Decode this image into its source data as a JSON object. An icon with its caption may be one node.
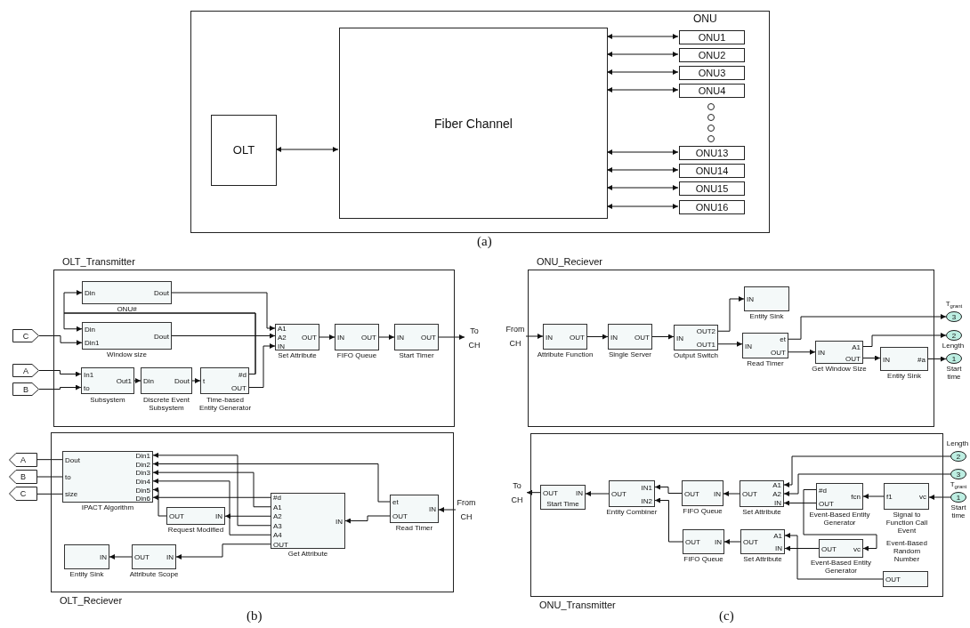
{
  "diagram": {
    "nodes": [
      {
        "text": [],
        "shape": "box"
      },
      {
        "text": [
          "OLT"
        ],
        "in": 0
      },
      {
        "text": [
          "Fiber Channel"
        ],
        "in": 0
      },
      {
        "text": [
          "ONU1"
        ],
        "in": 0
      },
      {
        "text": [
          "ONU2"
        ],
        "in": 0
      },
      {
        "text": [
          "ONU3"
        ],
        "in": 0
      },
      {
        "text": [
          "ONU4"
        ],
        "in": 0
      },
      {
        "text": [
          "ONU13"
        ],
        "in": 0
      },
      {
        "text": [
          "ONU14"
        ],
        "in": 0
      },
      {
        "text": [
          "ONU15"
        ],
        "in": 0
      },
      {
        "text": [
          "ONU16"
        ],
        "in": 0
      },
      {
        "text": [
          "OLT_Transmitter"
        ]
      },
      {
        "text": [
          "Din",
          "Dout"
        ],
        "beside": [
          "ONU#"
        ],
        "in": 11
      },
      {
        "text": [
          "Din",
          "Din1",
          "Dout"
        ],
        "beside": [
          "Window size"
        ],
        "in": 11
      },
      {
        "text": [
          "C"
        ]
      },
      {
        "text": [
          "A"
        ]
      },
      {
        "text": [
          "B"
        ]
      },
      {
        "text": [
          "In1",
          "to",
          "Out1"
        ],
        "beside": [
          "Subsystem"
        ],
        "in": 11
      },
      {
        "text": [
          "Din",
          "Dout"
        ],
        "beside": [
          "Discrete Event Subsystem"
        ],
        "in": 11
      },
      {
        "text": [
          "t",
          "#d",
          "OUT"
        ],
        "beside": [
          "Time-based Entity Generator"
        ],
        "in": 11
      },
      {
        "text": [
          "A1",
          "A2",
          "IN",
          "OUT"
        ],
        "beside": [
          "Set Attribute"
        ],
        "in": 11
      },
      {
        "text": [
          "IN",
          "OUT"
        ],
        "beside": [
          "FIFO Queue"
        ],
        "in": 11
      },
      {
        "text": [
          "IN",
          "OUT"
        ],
        "beside": [
          "Start Timer"
        ],
        "in": 11
      },
      {
        "text": [
          "To CH"
        ]
      },
      {
        "text": [
          "OLT_Reciever"
        ]
      },
      {
        "text": [
          "A"
        ]
      },
      {
        "text": [
          "B"
        ]
      },
      {
        "text": [
          "C"
        ]
      },
      {
        "text": [
          "Dout",
          "to",
          "size",
          "Din1",
          "Din2",
          "Din3",
          "Din4",
          "Din5",
          "Din6"
        ],
        "beside": [
          "IPACT Algorithm"
        ],
        "in": 24
      },
      {
        "text": [
          "OUT",
          "IN"
        ],
        "beside": [
          "Request Modified"
        ],
        "in": 24
      },
      {
        "text": [
          "#d",
          "A1",
          "A2",
          "A3",
          "A4",
          "OUT",
          "IN"
        ],
        "beside": [
          "Get Attribute"
        ],
        "in": 24
      },
      {
        "text": [
          "et",
          "OUT",
          "IN"
        ],
        "beside": [
          "Read Timer"
        ],
        "in": 24
      },
      {
        "text": [
          "From CH"
        ]
      },
      {
        "text": [
          "IN"
        ],
        "beside": [
          "Entity Sink"
        ],
        "in": 24
      },
      {
        "text": [
          "OUT",
          "IN"
        ],
        "beside": [
          "Attribute Scope"
        ],
        "in": 24
      },
      {
        "text": [
          "ONU_Reciever"
        ]
      },
      {
        "text": [
          "From CH"
        ]
      },
      {
        "text": [
          "IN",
          "OUT"
        ],
        "beside": [
          "Attribute Function"
        ],
        "in": 35
      },
      {
        "text": [
          "IN",
          "OUT"
        ],
        "beside": [
          "Single Server"
        ],
        "in": 35
      },
      {
        "text": [
          "IN",
          "OUT2",
          "OUT1"
        ],
        "beside": [
          "Output Switch"
        ],
        "in": 35
      },
      {
        "text": [
          "IN"
        ],
        "beside": [
          "Entity Sink"
        ],
        "in": 35
      },
      {
        "text": [
          "IN",
          "et",
          "OUT"
        ],
        "beside": [
          "Read Timer"
        ],
        "in": 35
      },
      {
        "text": [
          "IN",
          "A1",
          "OUT"
        ],
        "beside": [
          "Get Window Size"
        ],
        "in": 35
      },
      {
        "text": [
          "IN",
          "#a"
        ],
        "beside": [
          "Entity Sink"
        ],
        "in": 35
      },
      {
        "text": [
          "3"
        ],
        "beside": [
          "T$_{grant}$"
        ]
      },
      {
        "text": [
          "2"
        ],
        "beside": [
          "Length"
        ]
      },
      {
        "text": [
          "1"
        ],
        "beside": [
          "Start time"
        ]
      },
      {
        "text": [
          "ONU_Transmitter"
        ]
      },
      {
        "text": [
          "2"
        ],
        "beside": [
          "Length"
        ]
      },
      {
        "text": [
          "3"
        ],
        "beside": [
          "T$_{grant}$"
        ]
      },
      {
        "text": [
          "1"
        ],
        "beside": [
          "Start time"
        ]
      },
      {
        "text": [
          "OUT",
          "IN",
          "Start Time"
        ],
        "in": 47
      },
      {
        "text": [
          "To CH"
        ]
      },
      {
        "text": [
          "OUT",
          "IN1",
          "IN2"
        ],
        "beside": [
          "Entity Combiner"
        ],
        "in": 47
      },
      {
        "text": [
          "OUT",
          "IN"
        ],
        "beside": [
          "FIFO Queue"
        ],
        "in": 47
      },
      {
        "text": [
          "OUT",
          "IN"
        ],
        "beside": [
          "FIFO Queue"
        ],
        "in": 47
      },
      {
        "text": [
          "OUT",
          "A1",
          "A2",
          "IN"
        ],
        "beside": [
          "Set Attribute"
        ],
        "in": 47
      },
      {
        "text": [
          "OUT",
          "A1",
          "IN"
        ],
        "beside": [
          "Set Attribute"
        ],
        "in": 47
      },
      {
        "text": [
          "#d",
          "OUT",
          "fcn"
        ],
        "beside": [
          "Event-Based Entity Generator"
        ],
        "in": 47
      },
      {
        "text": [
          "OUT",
          "vc"
        ],
        "beside": [
          "Event-Based Entity Generator"
        ],
        "in": 47
      },
      {
        "text": [
          "f1",
          "vc"
        ],
        "beside": [
          "Signal to Function Call Event"
        ],
        "in": 47
      },
      {
        "text": [
          "OUT"
        ],
        "beside": [
          "Event-Based Random Number"
        ],
        "in": 47
      }
    ],
    "edges": [
      {
        "from": 1,
        "to": 2,
        "arrow": "both"
      },
      {
        "from": 2,
        "to": 3,
        "arrow": "both"
      },
      {
        "from": 2,
        "to": 4,
        "arrow": "both"
      },
      {
        "from": 2,
        "to": 5,
        "arrow": "both"
      },
      {
        "from": 2,
        "to": 6,
        "arrow": "both"
      },
      {
        "from": 2,
        "to": 7,
        "arrow": "both"
      },
      {
        "from": 2,
        "to": 8,
        "arrow": "both"
      },
      {
        "from": 2,
        "to": 9,
        "arrow": "both"
      },
      {
        "from": 2,
        "to": 10,
        "arrow": "both"
      },
      {
        "from": 19,
        "to": 12,
        "arrow": "to"
      },
      {
        "from": 19,
        "to": 13,
        "arrow": "to"
      },
      {
        "from": 14,
        "to": 13,
        "arrow": "to"
      },
      {
        "from": 15,
        "to": 17,
        "arrow": "to"
      },
      {
        "from": 16,
        "to": 17,
        "arrow": "to"
      },
      {
        "from": 17,
        "to": 18,
        "arrow": "to"
      },
      {
        "from": 18,
        "to": 19,
        "arrow": "to"
      },
      {
        "from": 12,
        "to": 20,
        "arrow": "to"
      },
      {
        "from": 13,
        "to": 20,
        "arrow": "to"
      },
      {
        "from": 19,
        "to": 20,
        "arrow": "to"
      },
      {
        "from": 20,
        "to": 21,
        "arrow": "to"
      },
      {
        "from": 21,
        "to": 22,
        "arrow": "to"
      },
      {
        "from": 22,
        "to": 23,
        "arrow": "to"
      },
      {
        "from": 28,
        "to": 25,
        "arrow": "none"
      },
      {
        "from": 28,
        "to": 26,
        "arrow": "none"
      },
      {
        "from": 28,
        "to": 27,
        "arrow": "none"
      },
      {
        "from": 30,
        "to": 28,
        "arrow": "to"
      },
      {
        "from": 31,
        "to": 28,
        "arrow": "to"
      },
      {
        "from": 30,
        "to": 28,
        "arrow": "to"
      },
      {
        "from": 30,
        "to": 28,
        "arrow": "to"
      },
      {
        "from": 29,
        "to": 28,
        "arrow": "to"
      },
      {
        "from": 30,
        "to": 28,
        "arrow": "to"
      },
      {
        "from": 30,
        "to": 29,
        "arrow": "to"
      },
      {
        "from": 30,
        "to": 34,
        "arrow": "to"
      },
      {
        "from": 34,
        "to": 33,
        "arrow": "to"
      },
      {
        "from": 31,
        "to": 30,
        "arrow": "to"
      },
      {
        "from": 32,
        "to": 31,
        "arrow": "to"
      },
      {
        "from": 36,
        "to": 37,
        "arrow": "to"
      },
      {
        "from": 37,
        "to": 38,
        "arrow": "to"
      },
      {
        "from": 38,
        "to": 39,
        "arrow": "to"
      },
      {
        "from": 39,
        "to": 40,
        "arrow": "to"
      },
      {
        "from": 39,
        "to": 41,
        "arrow": "to"
      },
      {
        "from": 41,
        "to": 44,
        "arrow": "to"
      },
      {
        "from": 41,
        "to": 42,
        "arrow": "to"
      },
      {
        "from": 42,
        "to": 45,
        "arrow": "to"
      },
      {
        "from": 42,
        "to": 43,
        "arrow": "to"
      },
      {
        "from": 43,
        "to": 46,
        "arrow": "to"
      },
      {
        "from": 48,
        "to": 56,
        "arrow": "to"
      },
      {
        "from": 49,
        "to": 56,
        "arrow": "to"
      },
      {
        "from": 50,
        "to": 60,
        "arrow": "to"
      },
      {
        "from": 60,
        "to": 58,
        "arrow": "to"
      },
      {
        "from": 58,
        "to": 56,
        "arrow": "to"
      },
      {
        "from": 58,
        "to": 59,
        "arrow": "to"
      },
      {
        "from": 59,
        "to": 57,
        "arrow": "to"
      },
      {
        "from": 61,
        "to": 57,
        "arrow": "to"
      },
      {
        "from": 56,
        "to": 54,
        "arrow": "to"
      },
      {
        "from": 57,
        "to": 55,
        "arrow": "to"
      },
      {
        "from": 54,
        "to": 53,
        "arrow": "to"
      },
      {
        "from": 55,
        "to": 53,
        "arrow": "to"
      },
      {
        "from": 53,
        "to": 51,
        "arrow": "to"
      },
      {
        "from": 51,
        "to": 52,
        "arrow": "to"
      }
    ],
    "labels": [
      "ONU",
      "(a)",
      "(b)",
      "(c)"
    ]
  }
}
